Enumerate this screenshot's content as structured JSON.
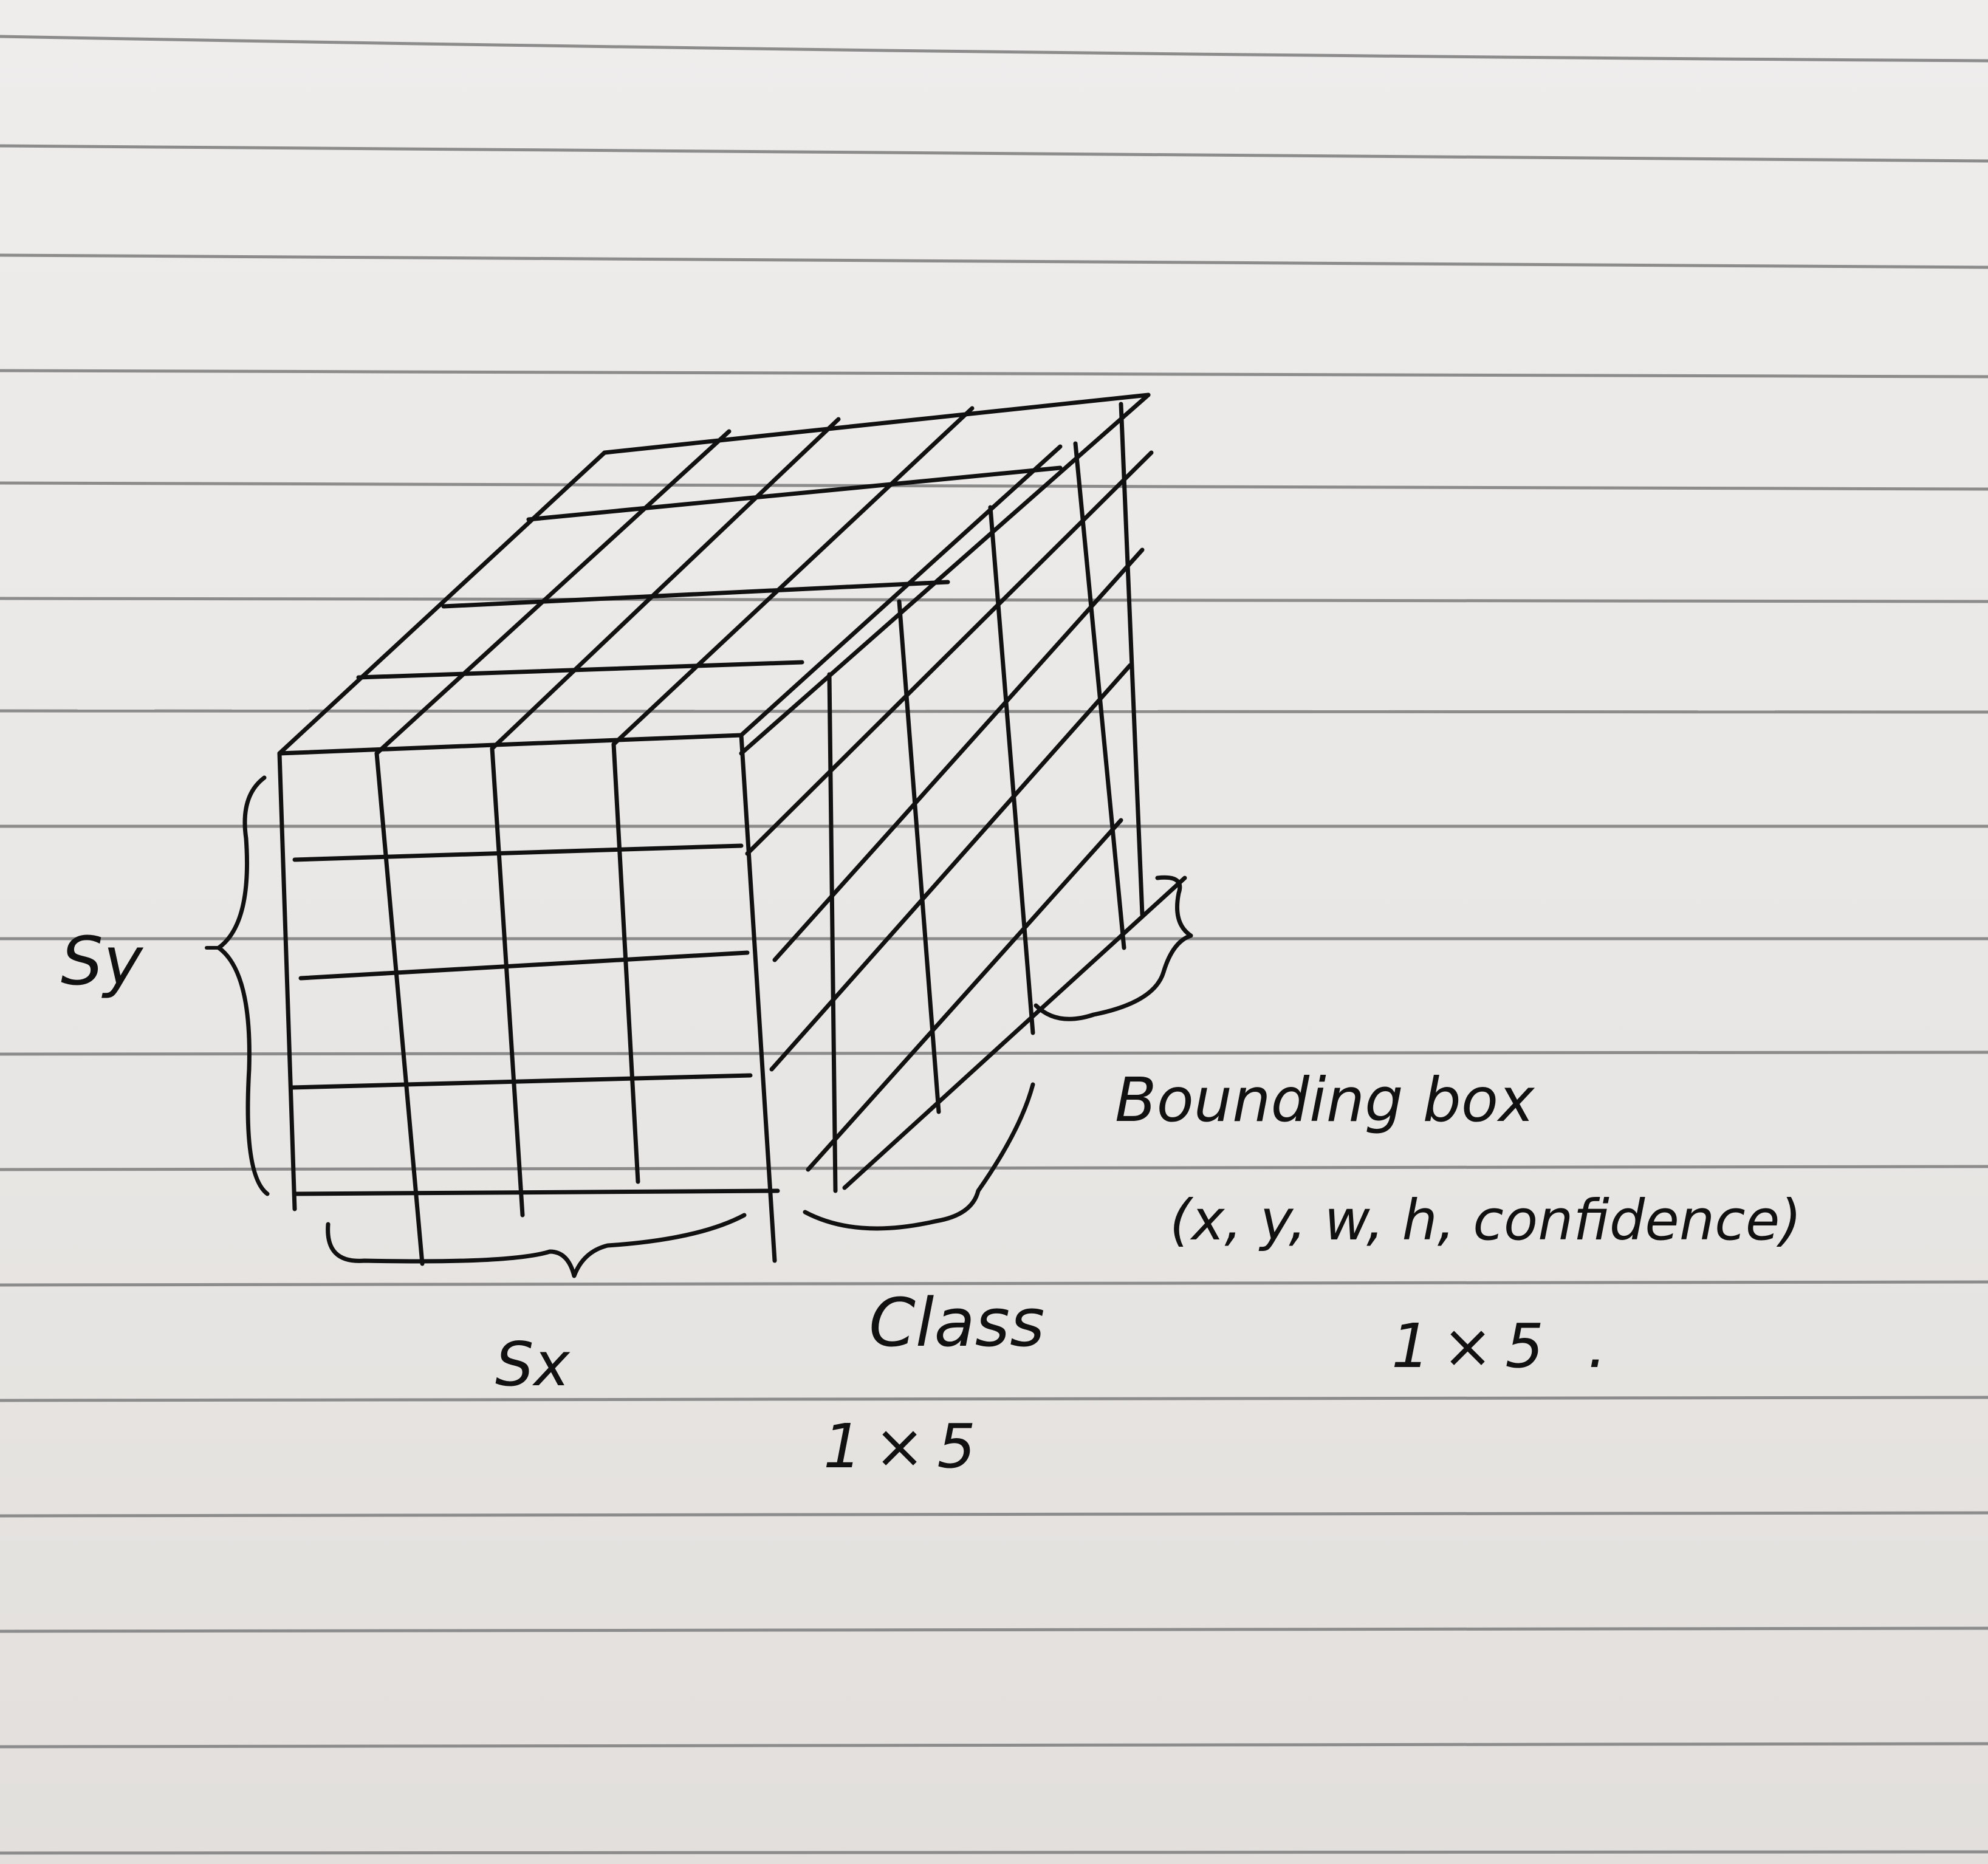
{
  "diagram": {
    "sy_label": "Sy",
    "sx_label": "Sx",
    "class_label": "Class",
    "class_dim": "1×5",
    "bbox_label": "Bounding box",
    "bbox_tuple": "(x, y, w, h, confidence)",
    "bbox_dim": "1×5 .",
    "ink_color": "#111111",
    "paper_color": "#ebe9e7",
    "rule_color": "#8c8c8c"
  }
}
